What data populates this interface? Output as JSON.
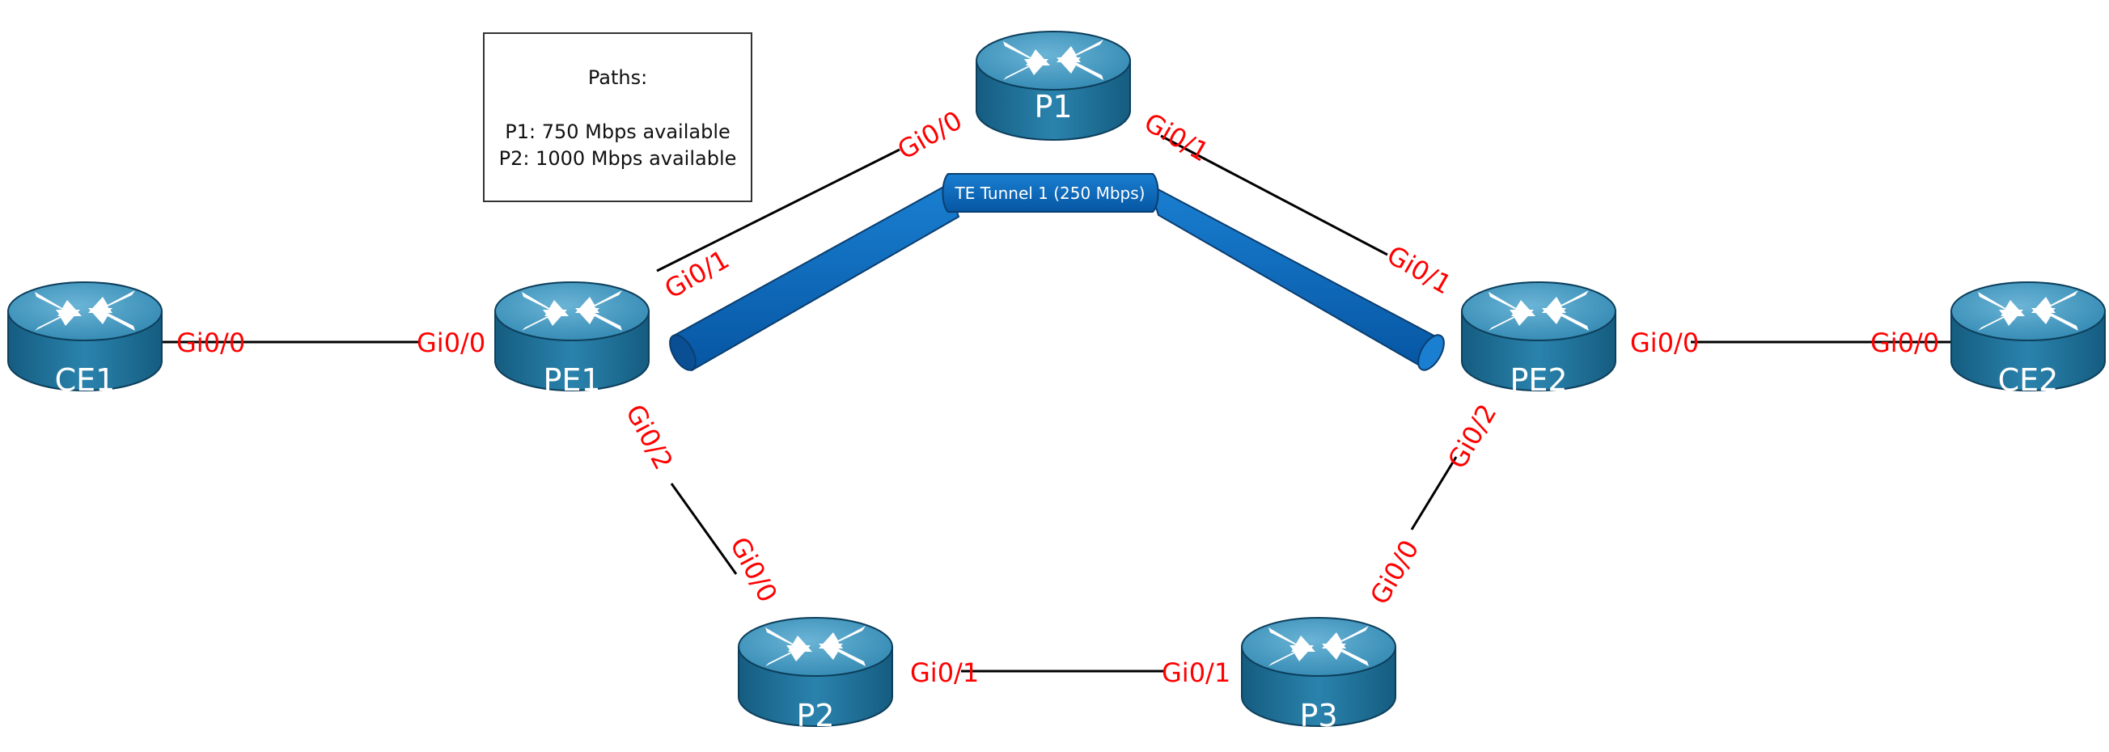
{
  "legend": {
    "title": "Paths:",
    "lines": [
      "P1: 750  Mbps available",
      "P2: 1000 Mbps available"
    ]
  },
  "tunnel": {
    "label": "TE Tunnel 1 (250 Mbps)"
  },
  "routers": {
    "ce1": "CE1",
    "pe1": "PE1",
    "p1": "P1",
    "pe2": "PE2",
    "ce2": "CE2",
    "p2": "P2",
    "p3": "P3"
  },
  "interfaces": {
    "ce1_pe1_ce1": "Gi0/0",
    "ce1_pe1_pe1": "Gi0/0",
    "pe1_p1_pe1": "Gi0/1",
    "pe1_p1_p1": "Gi0/0",
    "p1_pe2_p1": "Gi0/1",
    "p1_pe2_pe2": "Gi0/1",
    "pe2_ce2_pe2": "Gi0/0",
    "pe2_ce2_ce2": "Gi0/0",
    "pe1_p2_pe1": "Gi0/2",
    "pe1_p2_p2": "Gi0/0",
    "p2_p3_p2": "Gi0/1",
    "p2_p3_p3": "Gi0/1",
    "pe2_p3_pe2": "Gi0/2",
    "pe2_p3_p3": "Gi0/0"
  },
  "colors": {
    "router_top": "#3a8fb5",
    "router_body": "#1f6f97",
    "tunnel": "#0a6bc1",
    "interface_label": "#ff0000",
    "link": "#000000"
  },
  "icons": {
    "router": "router-icon"
  }
}
